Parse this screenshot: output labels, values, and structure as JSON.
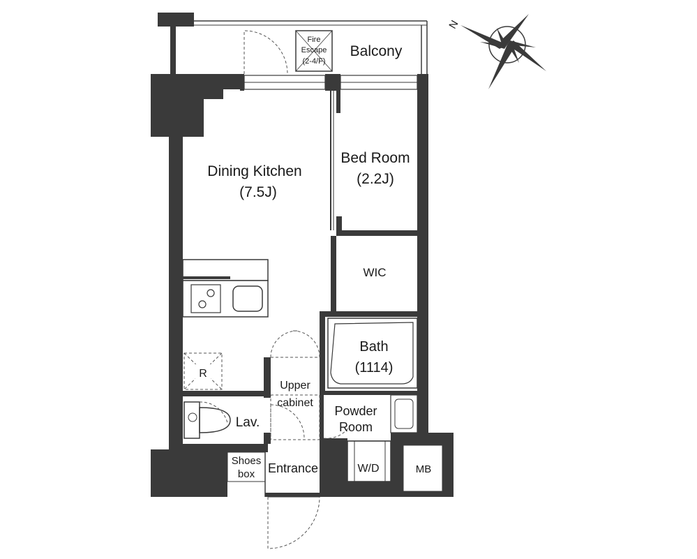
{
  "rooms": {
    "dining_kitchen": {
      "name": "Dining Kitchen",
      "size": "(7.5J)"
    },
    "bed_room": {
      "name": "Bed Room",
      "size": "(2.2J)"
    },
    "wic": "WIC",
    "bath": {
      "name": "Bath",
      "size": "(1114)"
    },
    "upper_cabinet": {
      "line1": "Upper",
      "line2": "cabinet"
    },
    "powder_room": {
      "line1": "Powder",
      "line2": "Room"
    },
    "lavatory": "Lav.",
    "entrance": "Entrance",
    "shoes_box": {
      "line1": "Shoes",
      "line2": "box"
    },
    "washer_dryer": "W/D",
    "meter_box": "MB",
    "balcony": "Balcony",
    "fire_escape": {
      "line1": "Fire",
      "line2": "Escape",
      "line3": "(2-4/F)"
    },
    "refrigerator": "R"
  },
  "compass": {
    "north_label": "N"
  },
  "colors": {
    "wall": "#3a3a3a",
    "line": "#3a3a3a",
    "background": "#ffffff"
  }
}
